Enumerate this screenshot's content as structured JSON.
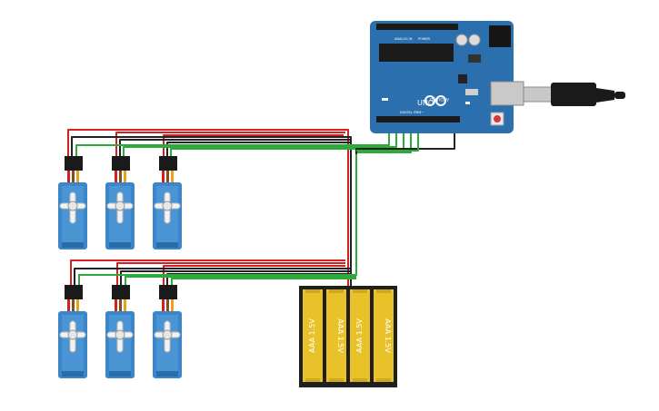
{
  "arduino": {
    "brand": "ARDUINO",
    "model": "UNO",
    "label_analog_in": "ANALOG IN",
    "label_power": "POWER",
    "label_digital": "DIGITAL PWM~"
  },
  "battery": {
    "cell_label": "AAA 1.5V",
    "cells": 4
  },
  "servos": {
    "count": 6,
    "rows": 2,
    "per_row": 3
  },
  "colors": {
    "board": "#2c6fae",
    "board_dark": "#1f4f80",
    "servo": "#3a86c8",
    "wire_power": "#d32020",
    "wire_ground": "#222222",
    "wire_signal": "#2eaa3a",
    "battery_case": "#1f1f1f",
    "battery_cell": "#e9c22a"
  }
}
